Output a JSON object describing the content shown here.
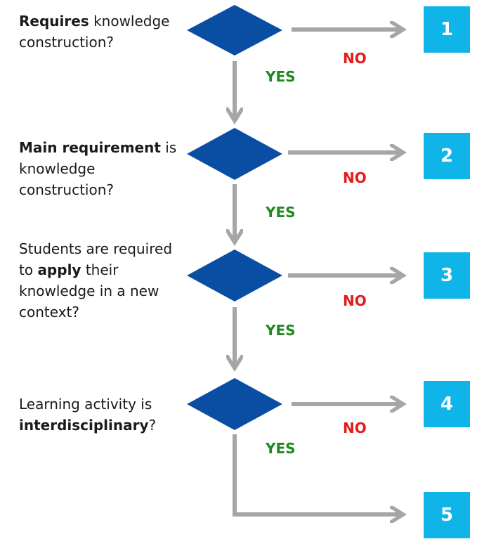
{
  "questions": [
    {
      "pre": "",
      "bold": "Requires",
      "post": " knowledge construction?"
    },
    {
      "pre": "",
      "bold": "Main requirement",
      "post": " is knowledge construction?"
    },
    {
      "pre": "Students are required to ",
      "bold": "apply",
      "post": " their knowledge in a new context?"
    },
    {
      "pre": "Learning activity is ",
      "bold": "interdisciplinary",
      "post": "?"
    }
  ],
  "yes_label": "YES",
  "no_label": "NO",
  "outcomes": [
    "1",
    "2",
    "3",
    "4",
    "5"
  ],
  "colors": {
    "diamond": "#0a4ea3",
    "arrow": "#a6a6a6",
    "yes": "#1e8a1e",
    "no": "#e31b1b",
    "outcome_box": "#0fb4e9"
  }
}
